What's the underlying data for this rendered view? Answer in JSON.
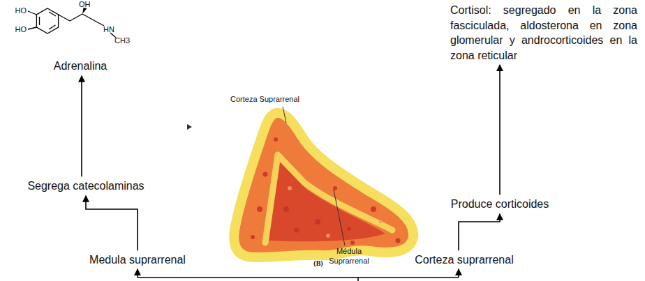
{
  "diagram": {
    "nodes": [
      {
        "text": [
          "Adrenalina"
        ]
      },
      {
        "text": [
          "Segrega catecolaminas"
        ]
      },
      {
        "text": [
          "Medula suprarrenal"
        ]
      },
      {
        "text": [
          "Cortisol: segregado en la zona fasciculada, aldosterona en zona glomerular y androcorticoides en la zona reticular"
        ]
      },
      {
        "text": [
          "Produce corticoides"
        ]
      },
      {
        "text": [
          "Corteza suprarrenal"
        ]
      }
    ],
    "edges": [
      {
        "from": 2,
        "to": 1,
        "arrow": "to"
      },
      {
        "from": 1,
        "to": 0,
        "arrow": "to"
      },
      {
        "from": 5,
        "to": 4,
        "arrow": "to"
      },
      {
        "from": 4,
        "to": 3,
        "arrow": "to"
      }
    ],
    "labels": [
      "OH",
      "HO",
      "HO",
      "HN",
      "CH3",
      "Corteza Suprarrenal",
      "Médula Suprarrenal",
      "(B)"
    ]
  }
}
